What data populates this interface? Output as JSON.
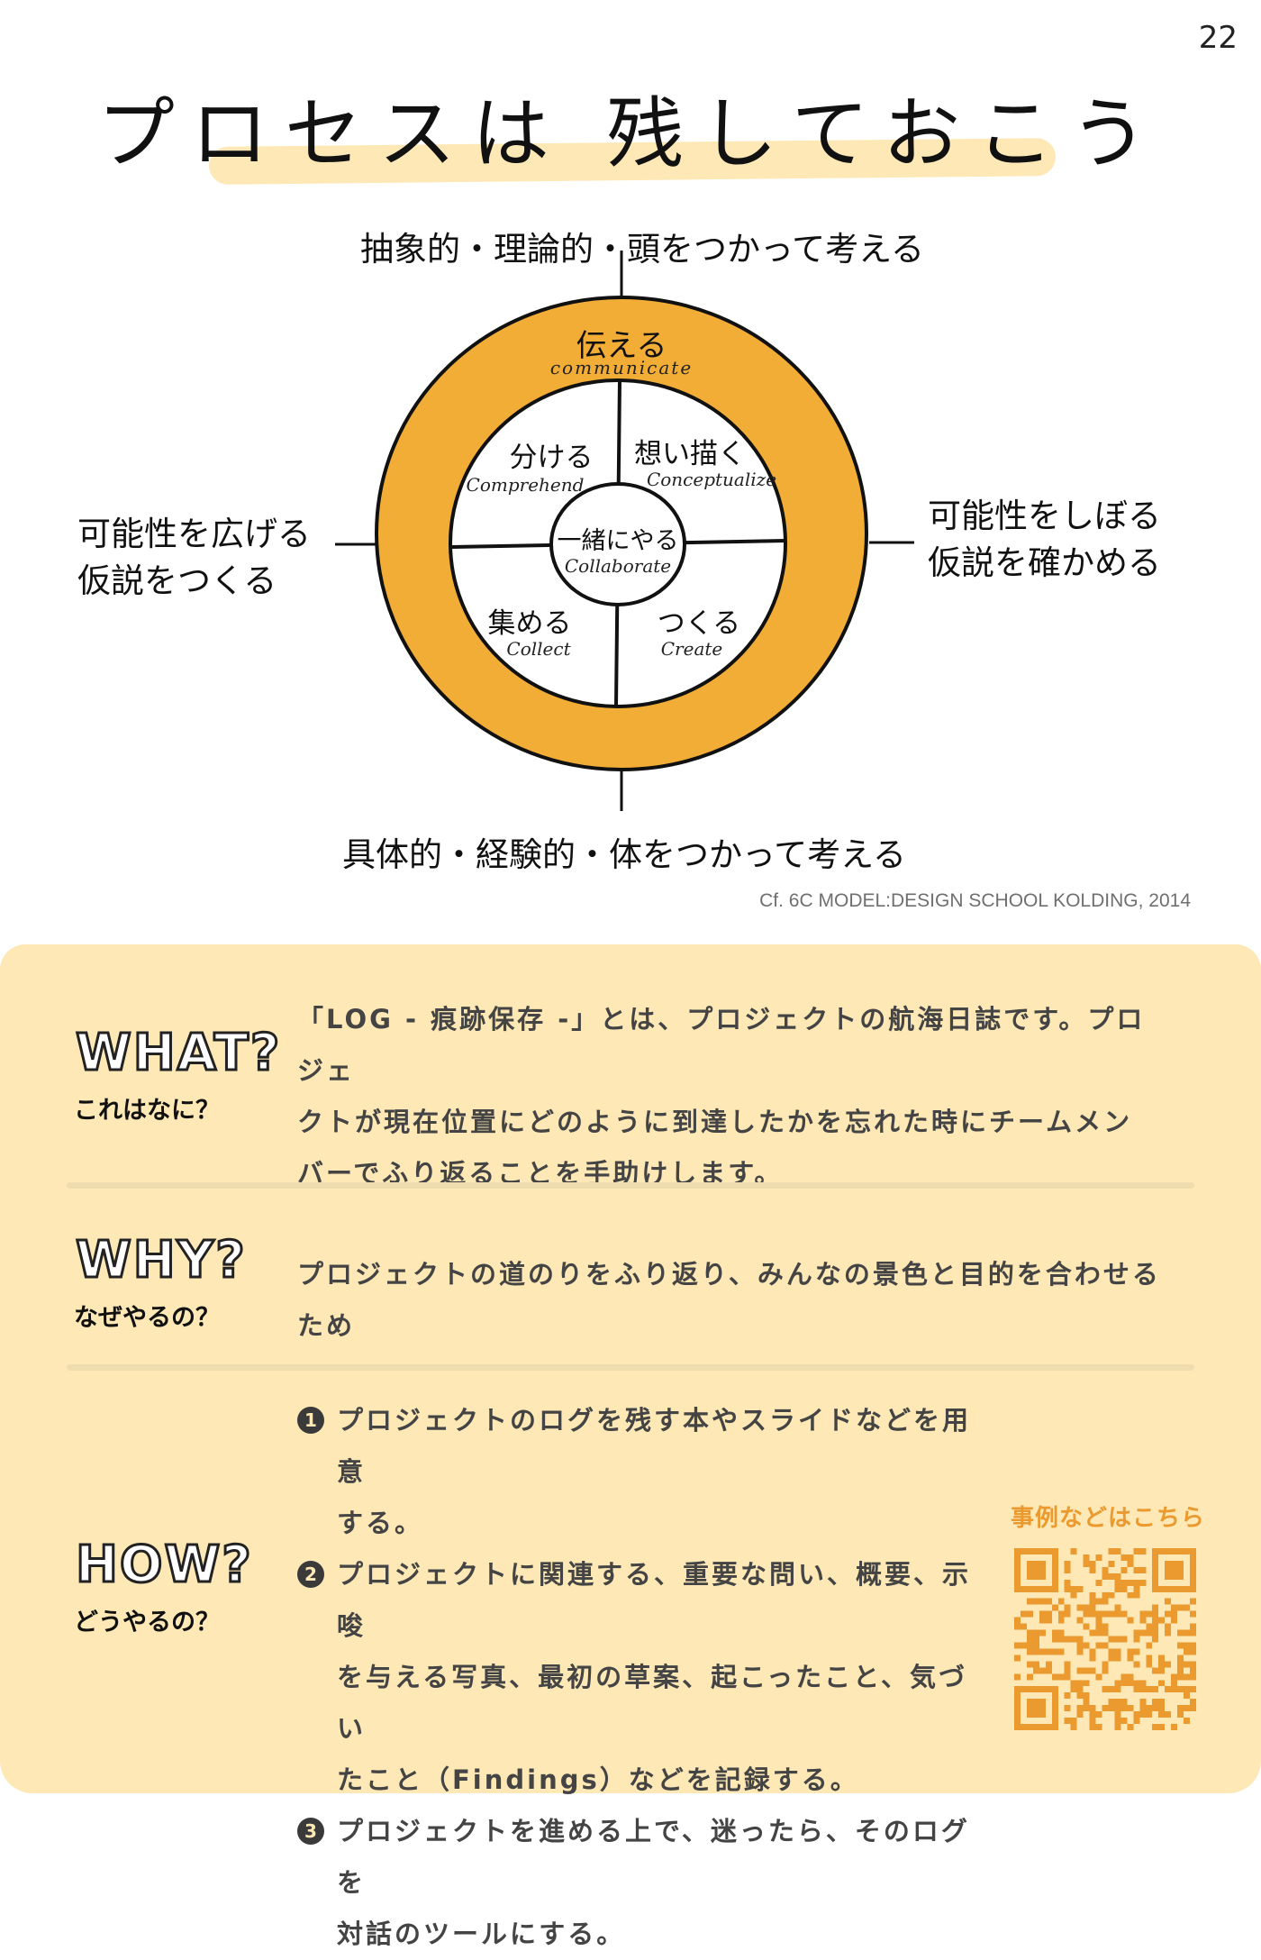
{
  "page_number": "22",
  "title": "プロセスは 残しておこう",
  "diagram": {
    "axis_top": "抽象的・理論的・頭をつかって考える",
    "axis_bottom": "具体的・経験的・体をつかって考える",
    "axis_left": [
      "可能性を広げる",
      "仮説をつくる"
    ],
    "axis_right": [
      "可能性をしぼる",
      "仮説を確かめる"
    ],
    "ring": {
      "jp": "伝える",
      "en": "communicate"
    },
    "center": {
      "jp": "一緒にやる",
      "en": "Collaborate"
    },
    "quadrants": [
      {
        "jp": "分ける",
        "en": "Comprehend"
      },
      {
        "jp": "想い描く",
        "en": "Conceptualize"
      },
      {
        "jp": "集める",
        "en": "Collect"
      },
      {
        "jp": "つくる",
        "en": "Create"
      }
    ],
    "colors": {
      "ring": "#f2ad36",
      "line": "#111111"
    }
  },
  "citation": "Cf. 6C MODEL:DESIGN SCHOOL KOLDING, 2014",
  "what": {
    "title": "WHAT?",
    "subtitle": "これはなに？",
    "lines": [
      "「LOG - 痕跡保存 -」とは、プロジェクトの航海日誌です。プロジェ",
      "クトが現在位置にどのように到達したかを忘れた時にチームメン",
      "バーでふり返ることを手助けします。"
    ]
  },
  "why": {
    "title": "WHY?",
    "subtitle": "なぜやるの？",
    "text": "プロジェクトの道のりをふり返り、みんなの景色と目的を合わせるため"
  },
  "how": {
    "title": "HOW?",
    "subtitle": "どうやるの？",
    "items": [
      {
        "num": "1",
        "lines": [
          "プロジェクトのログを残す本やスライドなどを用意",
          "する。"
        ]
      },
      {
        "num": "2",
        "lines": [
          "プロジェクトに関連する、重要な問い、概要、示唆",
          "を与える写真、最初の草案、起こったこと、気づい",
          "たこと（Findings）などを記録する。"
        ]
      },
      {
        "num": "3",
        "lines": [
          "プロジェクトを進める上で、迷ったら、そのログを",
          "対話のツールにする。"
        ]
      }
    ]
  },
  "cases_label": "事例などはこちら",
  "colors": {
    "panel_bg": "#fde8b6",
    "accent": "#ea9a2e",
    "highlight": "#fde8b6"
  }
}
